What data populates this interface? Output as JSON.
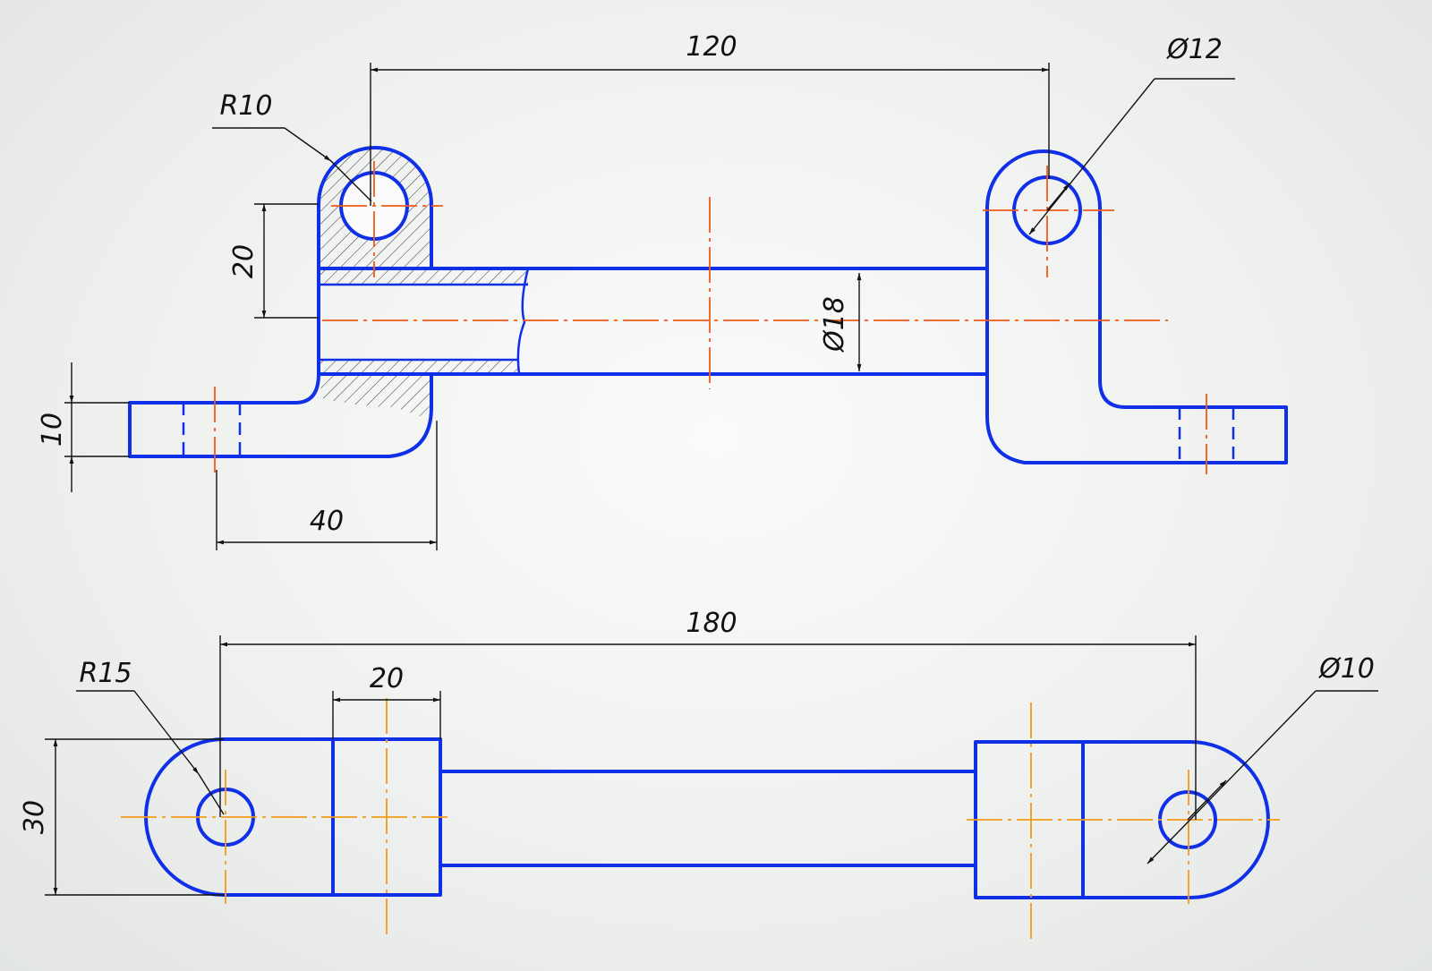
{
  "colors": {
    "outline": "#1030e8",
    "centerline": "#f05a1a",
    "dimension": "#111111"
  },
  "top_view": {
    "dimensions": {
      "length_120": "120",
      "hole_dia_12": "Ø12",
      "radius_10": "R10",
      "height_20": "20",
      "tube_dia_18": "Ø18",
      "foot_thickness_10": "10",
      "foot_length_40": "40"
    }
  },
  "bottom_view": {
    "dimensions": {
      "length_180": "180",
      "radius_15": "R15",
      "width_20": "20",
      "hole_dia_10": "Ø10",
      "height_30": "30"
    }
  }
}
